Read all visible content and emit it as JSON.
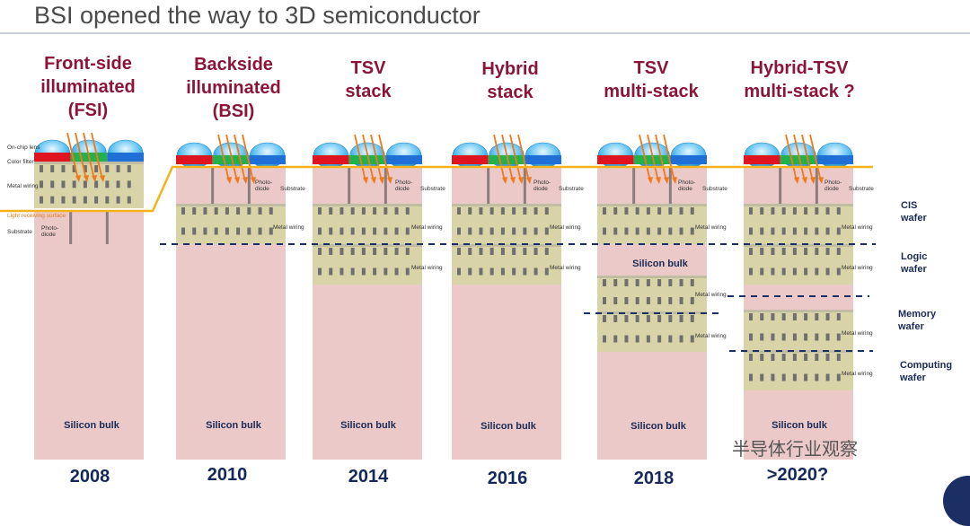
{
  "title": "BSI opened the way to 3D semiconductor",
  "columns": [
    {
      "title_lines": [
        "Front-side",
        "illuminated",
        "(FSI)"
      ],
      "year": "2008",
      "bulk": "Silicon bulk"
    },
    {
      "title_lines": [
        "Backside",
        "illuminated",
        "(BSI)"
      ],
      "year": "2010",
      "bulk": "Silicon bulk"
    },
    {
      "title_lines": [
        "TSV",
        "stack"
      ],
      "year": "2014",
      "bulk": "Silicon bulk"
    },
    {
      "title_lines": [
        "Hybrid",
        "stack"
      ],
      "year": "2016",
      "bulk": "Silicon bulk"
    },
    {
      "title_lines": [
        "TSV",
        "multi-stack"
      ],
      "year": "2018",
      "bulk": "Silicon bulk"
    },
    {
      "title_lines": [
        "Hybrid-TSV",
        "multi-stack ?"
      ],
      "year": ">2020?",
      "bulk": "Silicon bulk"
    }
  ],
  "fsi_labels": {
    "on_chip_lens": "On-chip lens",
    "color_filter": "Color filter",
    "metal_wiring": "Metal wiring",
    "light_receiving_surface": "Light receiving surface",
    "substrate": "Substrate",
    "photodiode": "Photo-\ndiode"
  },
  "layer_labels": {
    "photodiode": "Photo-\ndiode",
    "substrate": "Substrate",
    "metal_wiring": "Metal wiring",
    "silicon_bulk_mid": "Silicon bulk"
  },
  "wafers": [
    {
      "label": "CIS\nwafer"
    },
    {
      "label": "Logic\nwafer"
    },
    {
      "label": "Memory\nwafer"
    },
    {
      "label": "Computing\nwafer"
    }
  ],
  "watermark": "半导体行业观察",
  "colors": {
    "title_red": "#8b1538",
    "year_blue": "#14285a",
    "pink": "#ecc9c9",
    "metal": "#d9d4a8",
    "orange_line": "#f5b21a",
    "dash_blue": "#1b2f64"
  }
}
